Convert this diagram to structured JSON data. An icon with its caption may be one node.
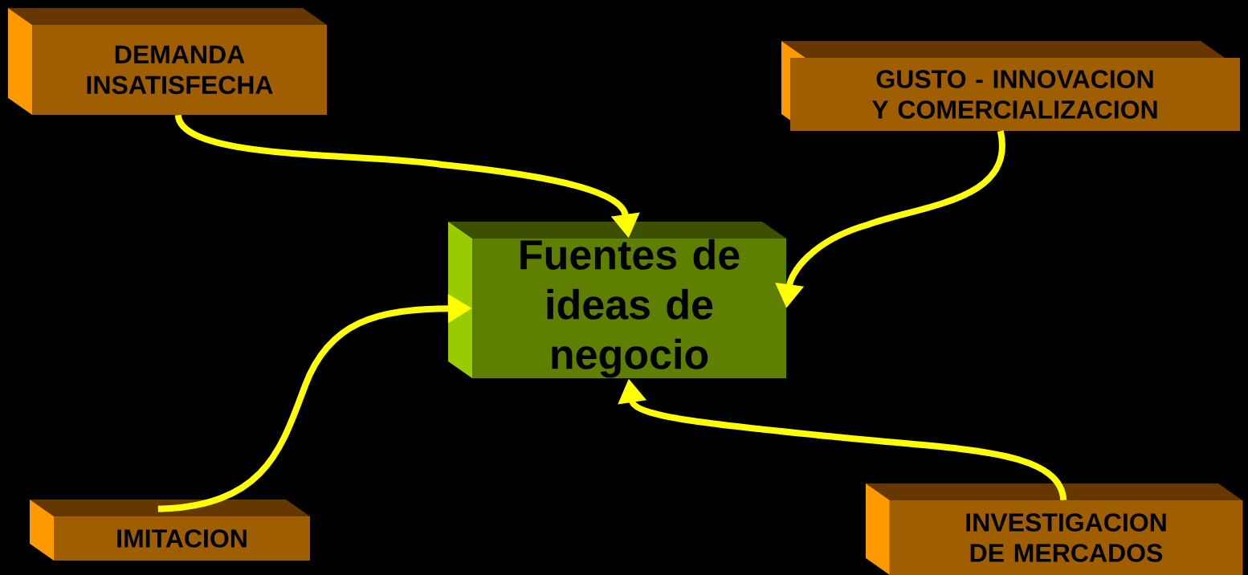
{
  "diagram": {
    "nodes": [
      {
        "text": [
          "Fuentes de ideas de negocio"
        ]
      },
      {
        "text": [
          "DEMANDA INSATISFECHA"
        ]
      },
      {
        "text": [
          "GUSTO - INNOVACION Y COMERCIALIZACION"
        ]
      },
      {
        "text": [
          "IMITACION"
        ]
      },
      {
        "text": [
          "INVESTIGACION DE MERCADOS"
        ]
      }
    ],
    "edges": [
      {
        "from": 1,
        "to": 0,
        "arrow": "to"
      },
      {
        "from": 2,
        "to": 0,
        "arrow": "to"
      },
      {
        "from": 3,
        "to": 0,
        "arrow": "to"
      },
      {
        "from": 4,
        "to": 0,
        "arrow": "to"
      }
    ]
  }
}
